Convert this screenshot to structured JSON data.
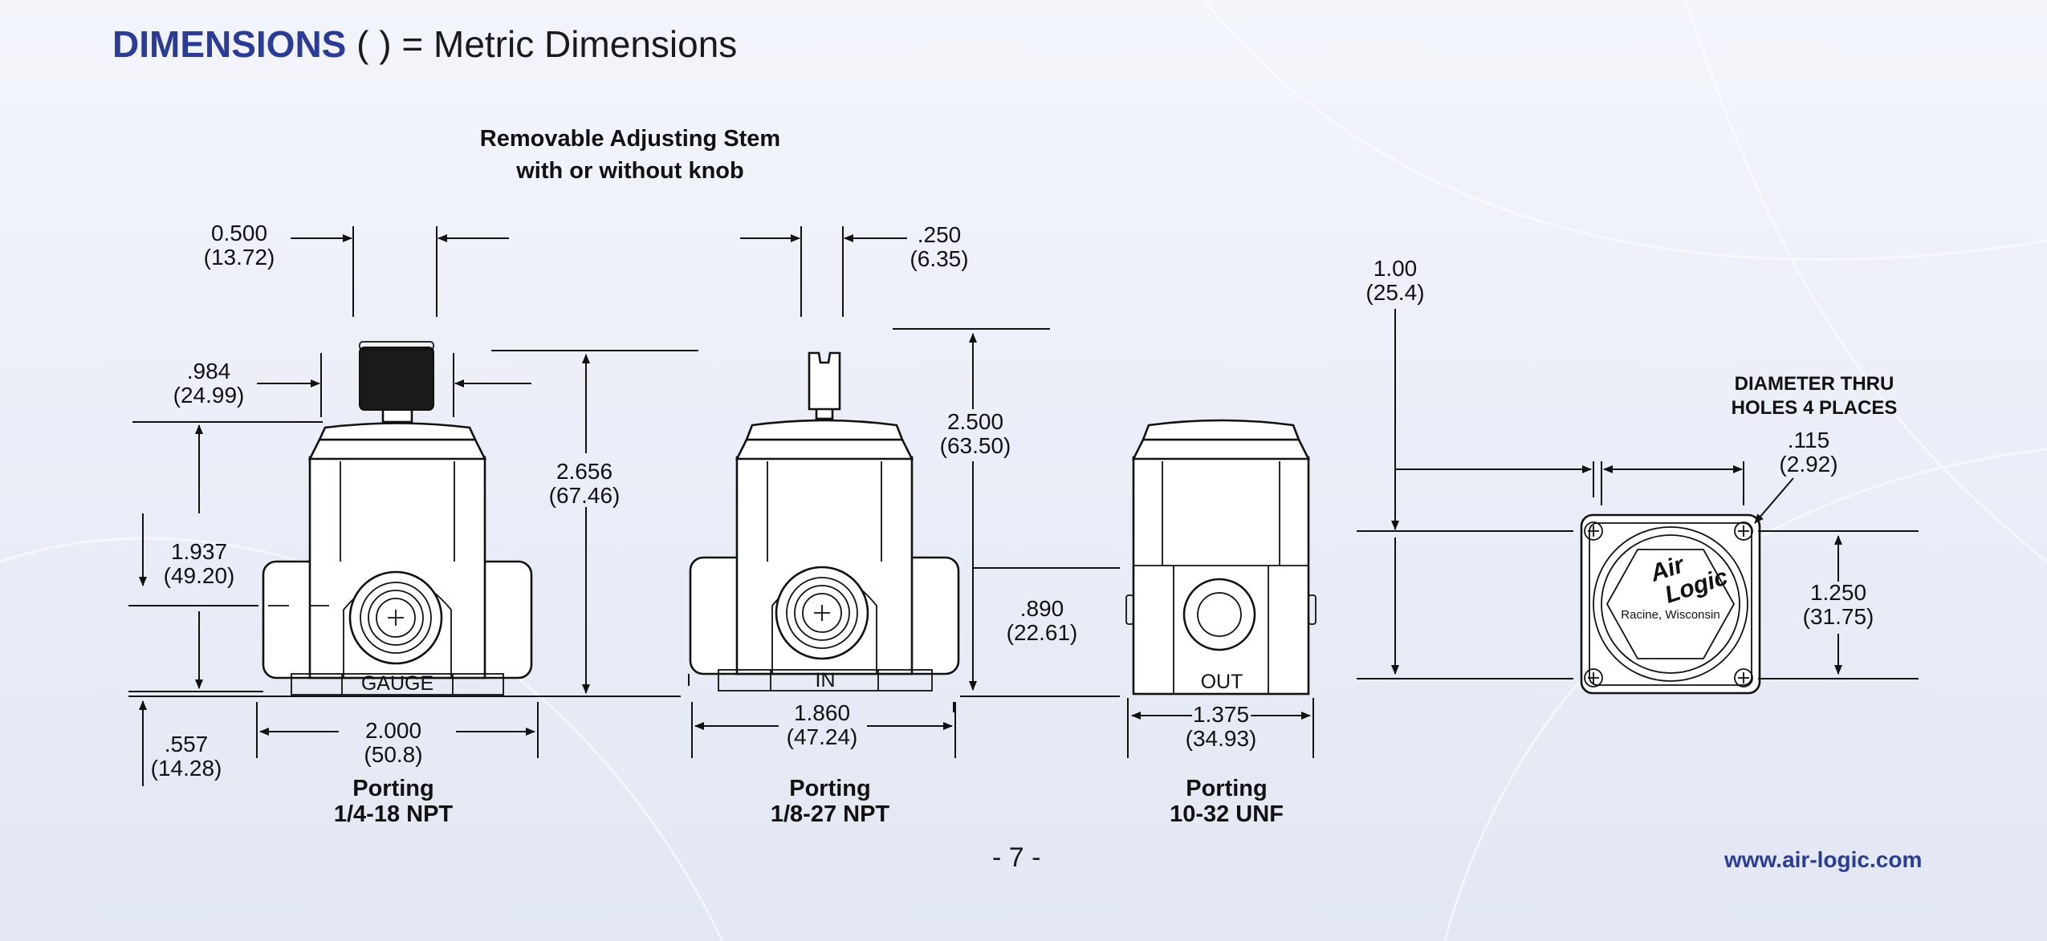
{
  "header": {
    "title_bold": "DIMENSIONS",
    "title_rest": " (   ) = Metric Dimensions"
  },
  "stem_note": {
    "line1": "Removable Adjusting Stem",
    "line2": "with or without knob"
  },
  "dimensions": {
    "knob_width": [
      "0.500",
      "(13.72)"
    ],
    "knob_body": [
      ".984",
      "(24.99)"
    ],
    "height_1937": [
      "1.937",
      "(49.20)"
    ],
    "base_557": [
      ".557",
      "(14.28)"
    ],
    "width_2000": [
      "2.000",
      "(50.8)"
    ],
    "height_2656": [
      "2.656",
      "(67.46)"
    ],
    "stem_250": [
      ".250",
      "(6.35)"
    ],
    "height_2500": [
      "2.500",
      "(63.50)"
    ],
    "port_890": [
      ".890",
      "(22.61)"
    ],
    "width_1860": [
      "1.860",
      "(47.24)"
    ],
    "width_1375": [
      "1.375",
      "(34.93)"
    ],
    "mount_100": [
      "1.00",
      "(25.4)"
    ],
    "hole_115": [
      ".115",
      "(2.92)"
    ],
    "mount_1250": [
      "1.250",
      "(31.75)"
    ]
  },
  "holes_note": {
    "line1": "DIAMETER THRU",
    "line2": "HOLES 4 PLACES"
  },
  "port_labels": {
    "gauge": "GAUGE",
    "in": "IN",
    "out": "OUT"
  },
  "porting": [
    {
      "label": "Porting",
      "spec": "1/4-18 NPT"
    },
    {
      "label": "Porting",
      "spec": "1/8-27 NPT"
    },
    {
      "label": "Porting",
      "spec": "10-32 UNF"
    }
  ],
  "logo": {
    "brand_line1": "Air",
    "brand_line2": "Logic",
    "location": "Racine, Wisconsin"
  },
  "footer": {
    "page_number": "- 7 -",
    "url": "www.air-logic.com"
  },
  "colors": {
    "accent": "#2b3b9a",
    "ink": "#111111"
  }
}
